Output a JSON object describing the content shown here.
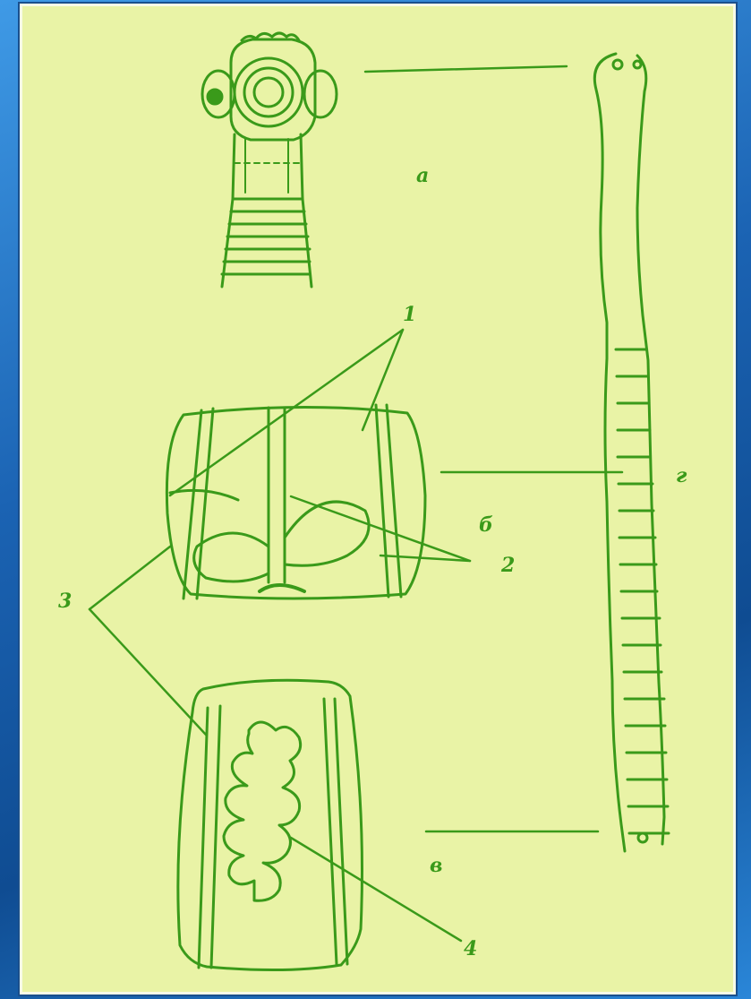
{
  "colors": {
    "ink": "#3a9a1a",
    "paper": "#e9f3a6",
    "frame": "#1b63b3"
  },
  "labels": {
    "a": "а",
    "b": "б",
    "v": "в",
    "g": "г",
    "n1": "1",
    "n2": "2",
    "n3": "3",
    "n4": "4"
  }
}
